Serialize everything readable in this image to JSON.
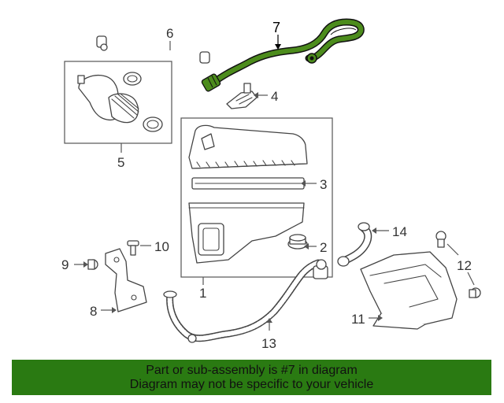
{
  "diagram": {
    "highlight_color": "#4c8c1c",
    "callouts": [
      "1",
      "2",
      "3",
      "4",
      "5",
      "6",
      "7",
      "8",
      "9",
      "10",
      "11",
      "12",
      "13",
      "14"
    ]
  },
  "banner": {
    "line1": "Part or sub-assembly is #7 in diagram",
    "line2": "Diagram may not be specific to your vehicle",
    "background": "#2a7a12"
  }
}
